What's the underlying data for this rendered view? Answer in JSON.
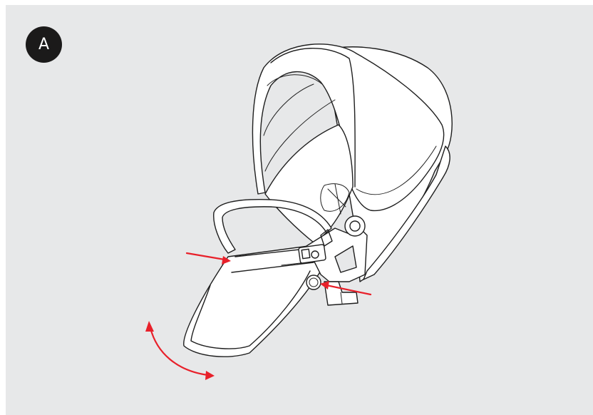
{
  "step": {
    "label": "A"
  },
  "colors": {
    "background": "#e7e8e9",
    "badge": "#1b1a1a",
    "line_art": "#1e1e1e",
    "arrows": "#e8202a"
  },
  "illustration": {
    "subject": "stroller-seat-unit",
    "arrows": [
      "press-arrow-left-bumper-bar",
      "press-arrow-right-release-button",
      "rotate-arrow-curved"
    ]
  }
}
